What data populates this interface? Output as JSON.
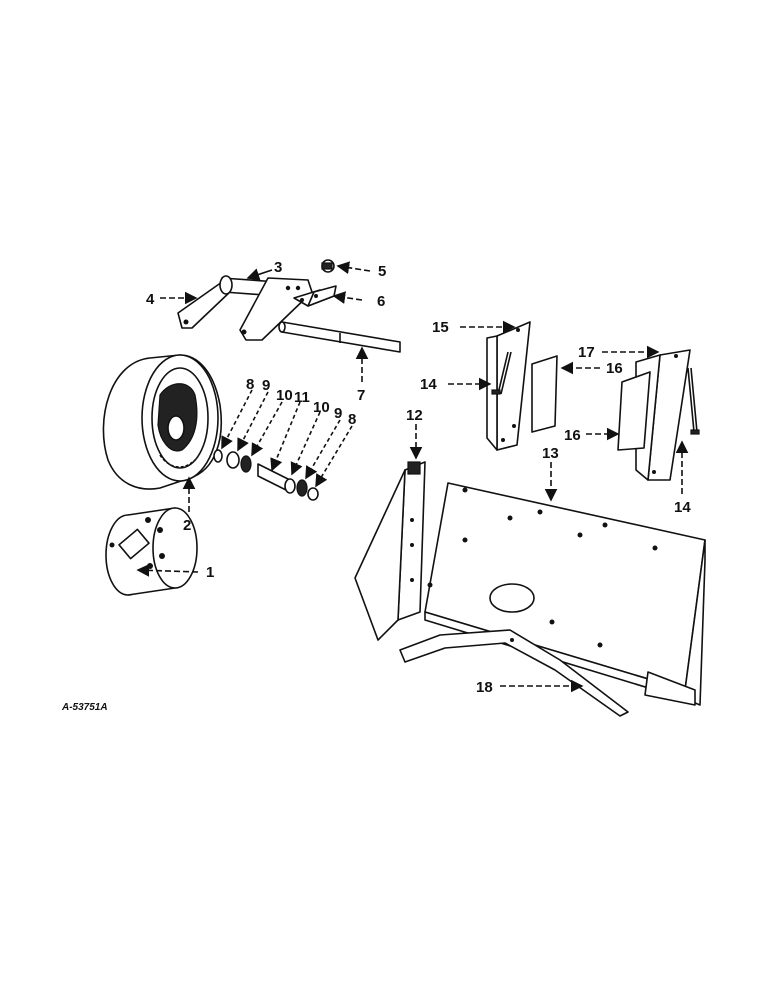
{
  "drawing_code": "A-53751A",
  "callouts": {
    "c1": "1",
    "c2": "2",
    "c3": "3",
    "c4": "4",
    "c5": "5",
    "c6": "6",
    "c7": "7",
    "c8a": "8",
    "c9a": "9",
    "c10a": "10",
    "c11": "11",
    "c10b": "10",
    "c9b": "9",
    "c8b": "8",
    "c12": "12",
    "c13": "13",
    "c14a": "14",
    "c14b": "14",
    "c15": "15",
    "c16a": "16",
    "c16b": "16",
    "c17": "17",
    "c18": "18"
  },
  "colors": {
    "ink": "#111111",
    "paper": "#ffffff"
  }
}
